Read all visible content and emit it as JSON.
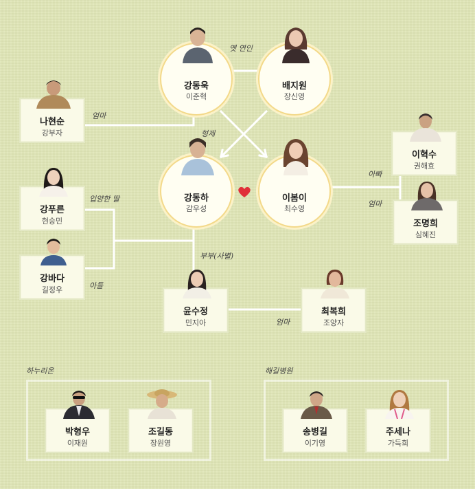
{
  "characters": {
    "kang_dongwook": {
      "role": "강동욱",
      "actor": "이준혁"
    },
    "bae_jiwon": {
      "role": "배지원",
      "actor": "장신영"
    },
    "na_hyunsoon": {
      "role": "나현순",
      "actor": "강부자"
    },
    "kang_dongha": {
      "role": "강동하",
      "actor": "감우성"
    },
    "lee_bom": {
      "role": "이봄이",
      "actor": "최수영"
    },
    "lee_hyuksoo": {
      "role": "이혁수",
      "actor": "권해효"
    },
    "jo_myunghee": {
      "role": "조명희",
      "actor": "심혜진"
    },
    "kang_pureun": {
      "role": "강푸른",
      "actor": "현승민"
    },
    "kang_bada": {
      "role": "강바다",
      "actor": "길정우"
    },
    "yoon_soojung": {
      "role": "윤수정",
      "actor": "민지아"
    },
    "choi_bokhee": {
      "role": "최복희",
      "actor": "조양자"
    },
    "park_hyungwoo": {
      "role": "박형우",
      "actor": "이재원"
    },
    "jo_gildong": {
      "role": "조길동",
      "actor": "장원영"
    },
    "song_byunggil": {
      "role": "송병길",
      "actor": "이기영"
    },
    "joo_sena": {
      "role": "주세나",
      "actor": "가득희"
    }
  },
  "relations": {
    "ex_lover": "옛 연인",
    "mother_1": "엄마",
    "brothers": "형제",
    "father": "아빠",
    "mother_2": "엄마",
    "adopted_daughter": "입양한 딸",
    "son": "아들",
    "couple": "부부(사별)",
    "mother_3": "엄마"
  },
  "groups": {
    "hanurion": "하누리온",
    "hospital": "해길병원"
  },
  "colors": {
    "background": "#dfe6b6",
    "connector": "#ffffff",
    "circle_border": "#f3d98a",
    "heart": "#e0303a"
  }
}
